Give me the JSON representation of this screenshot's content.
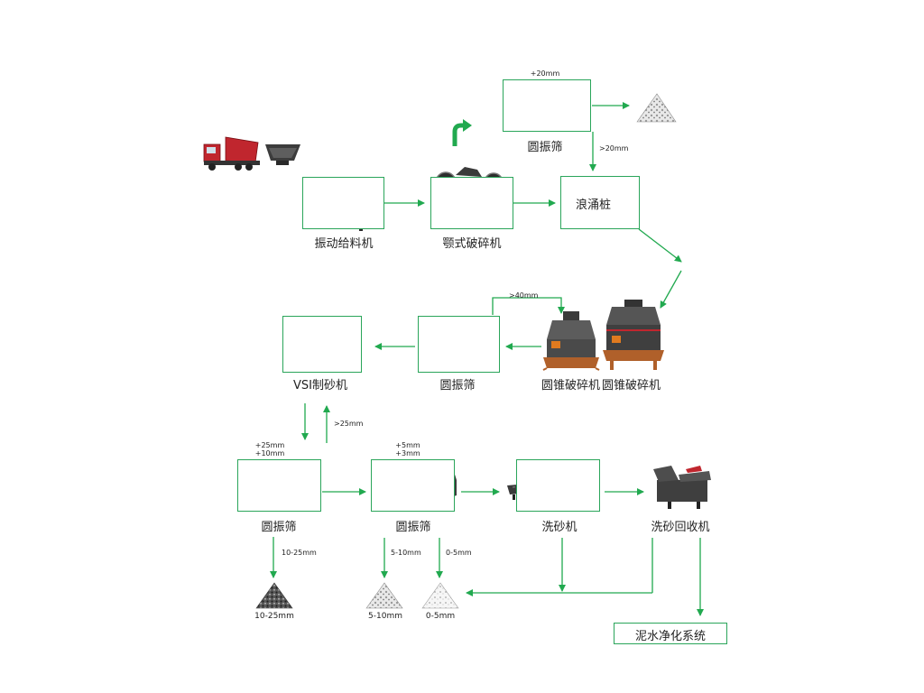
{
  "colors": {
    "arrow": "#21a94f",
    "box_border": "#2aa55a",
    "machine": "#3a3a3a",
    "truck": "#c0262e"
  },
  "equipment": {
    "vibrating_feeder": "振动给料机",
    "jaw_crusher": "颚式破碎机",
    "surge_pile": "浪涌桩",
    "screen_top": "圆振筛",
    "cone_crusher_1": "圆锥破碎机",
    "cone_crusher_2": "圆锥破碎机",
    "screen_mid": "圆振筛",
    "vsi": "VSI制砂机",
    "screen_left": "圆振筛",
    "screen_center": "圆振筛",
    "sand_washer": "洗砂机",
    "sand_recycler": "洗砂回收机",
    "mud_system": "泥水净化系统"
  },
  "size_labels": {
    "top_screen_over": "+20mm",
    "top_screen_down": ">20mm",
    "mid_return": ">40mm",
    "vsi_return": ">25mm",
    "left_screen_a": "+25mm",
    "left_screen_b": "+10mm",
    "center_screen_a": "+5mm",
    "center_screen_b": "+3mm",
    "left_out": "10-25mm",
    "center_out_1": "5-10mm",
    "center_out_2": "0-5mm"
  },
  "products": {
    "p1": "10-25mm",
    "p2": "5-10mm",
    "p3": "0-5mm"
  }
}
